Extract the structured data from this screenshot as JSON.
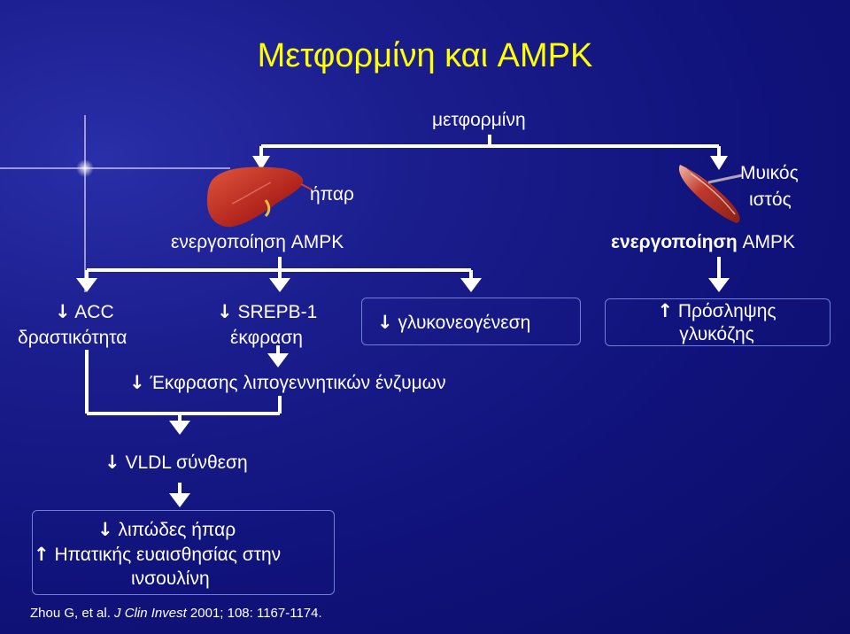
{
  "title": "Μετφορμίνη και AMPK",
  "metformin": "μετφορμίνη",
  "liver": {
    "label": "ήπαρ",
    "activation": "ενεργοποίηση AMPK"
  },
  "muscle": {
    "label_line1": "Μυικός",
    "label_line2": "ιστός",
    "activation_bold": "ενεργοποίηση",
    "activation_rest": " AMPK"
  },
  "effects": {
    "acc_line1": "ACC",
    "acc_line2": "δραστικότητα",
    "srebp_line1": "SREPB-1",
    "srebp_line2": "έκφραση",
    "gluconeo": "γλυκονεογένεση",
    "glucose_line1": "Πρόσληψης",
    "glucose_line2": "γλυκόζης",
    "lipogenic": "Έκφρασης λιπογεννητικών ένζυμων",
    "vldl": "VLDL σύνθεση",
    "fatty_liver": "λιπώδες ήπαρ",
    "insulin_line1": "Ηπατικής ευαισθησίας στην",
    "insulin_line2": "ινσουλίνη"
  },
  "arrows": {
    "down": "↓",
    "up": "↑"
  },
  "citation": {
    "authors": "Zhou G, et al. ",
    "journal": "J Clin Invest",
    "details": " 2001; 108: 1167-1174."
  },
  "colors": {
    "background": "#141684",
    "title": "#ffff00",
    "text": "#ffffff",
    "box_border": "#6f7fd8",
    "liver": "#b3261e",
    "muscle": "#c0392b"
  }
}
